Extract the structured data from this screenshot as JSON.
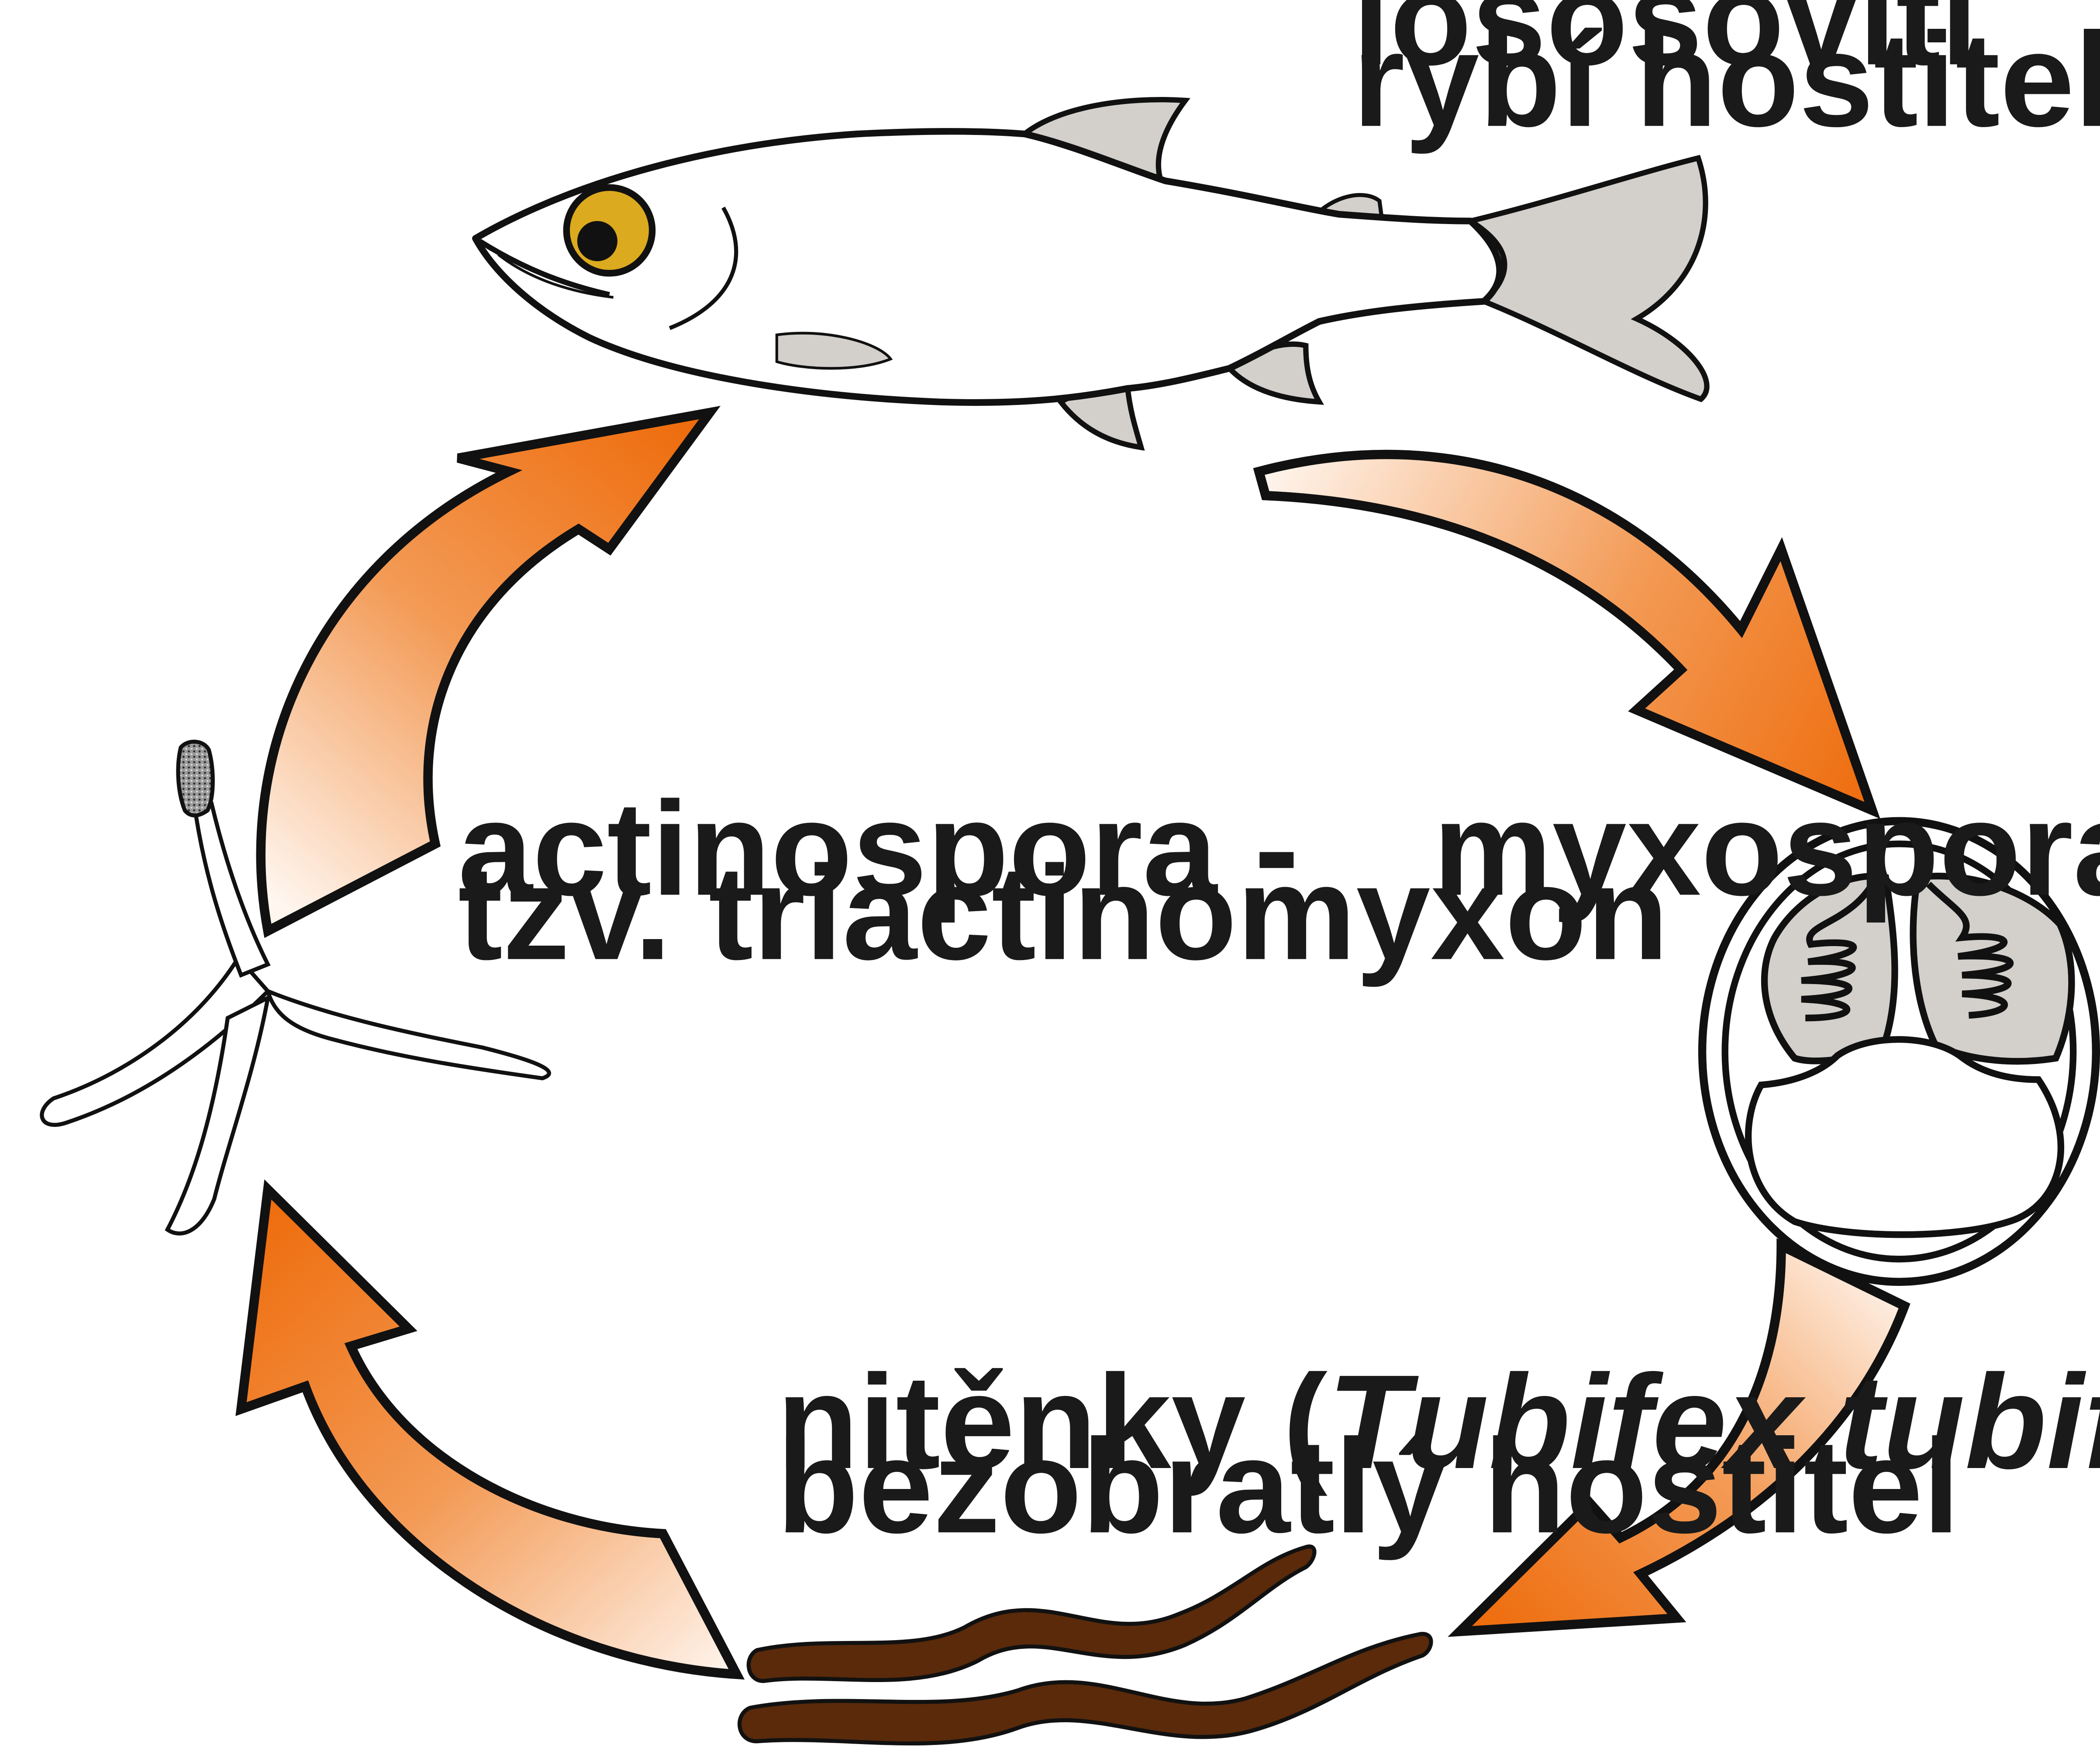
{
  "labels": {
    "fish_host_line1": "lososovití",
    "fish_host_line2": "rybí hostitel",
    "myxospore": "myxospora",
    "actinospore_line1": "actinospora -",
    "actinospore_line2": "tzv. triactinomyxon",
    "worm_prefix": "nitěnky (",
    "worm_species": "Tubifex tubifex",
    "worm_suffix": ")",
    "worm_host_line2": "bezobratlý hostitel"
  },
  "colors": {
    "arrow_orange": "#ee6c0c",
    "arrow_fade": "#fbd3b6",
    "fin_gray": "#d3d0cc",
    "eye_yellow": "#dcaa1e",
    "worm_brown": "#5a2a0a",
    "outline": "#111111"
  },
  "icons": {
    "fish": "salmonid-fish-icon",
    "myxospore": "myxospore-icon",
    "actinospore": "triactinomyxon-icon",
    "worms": "tubifex-worms-icon"
  }
}
